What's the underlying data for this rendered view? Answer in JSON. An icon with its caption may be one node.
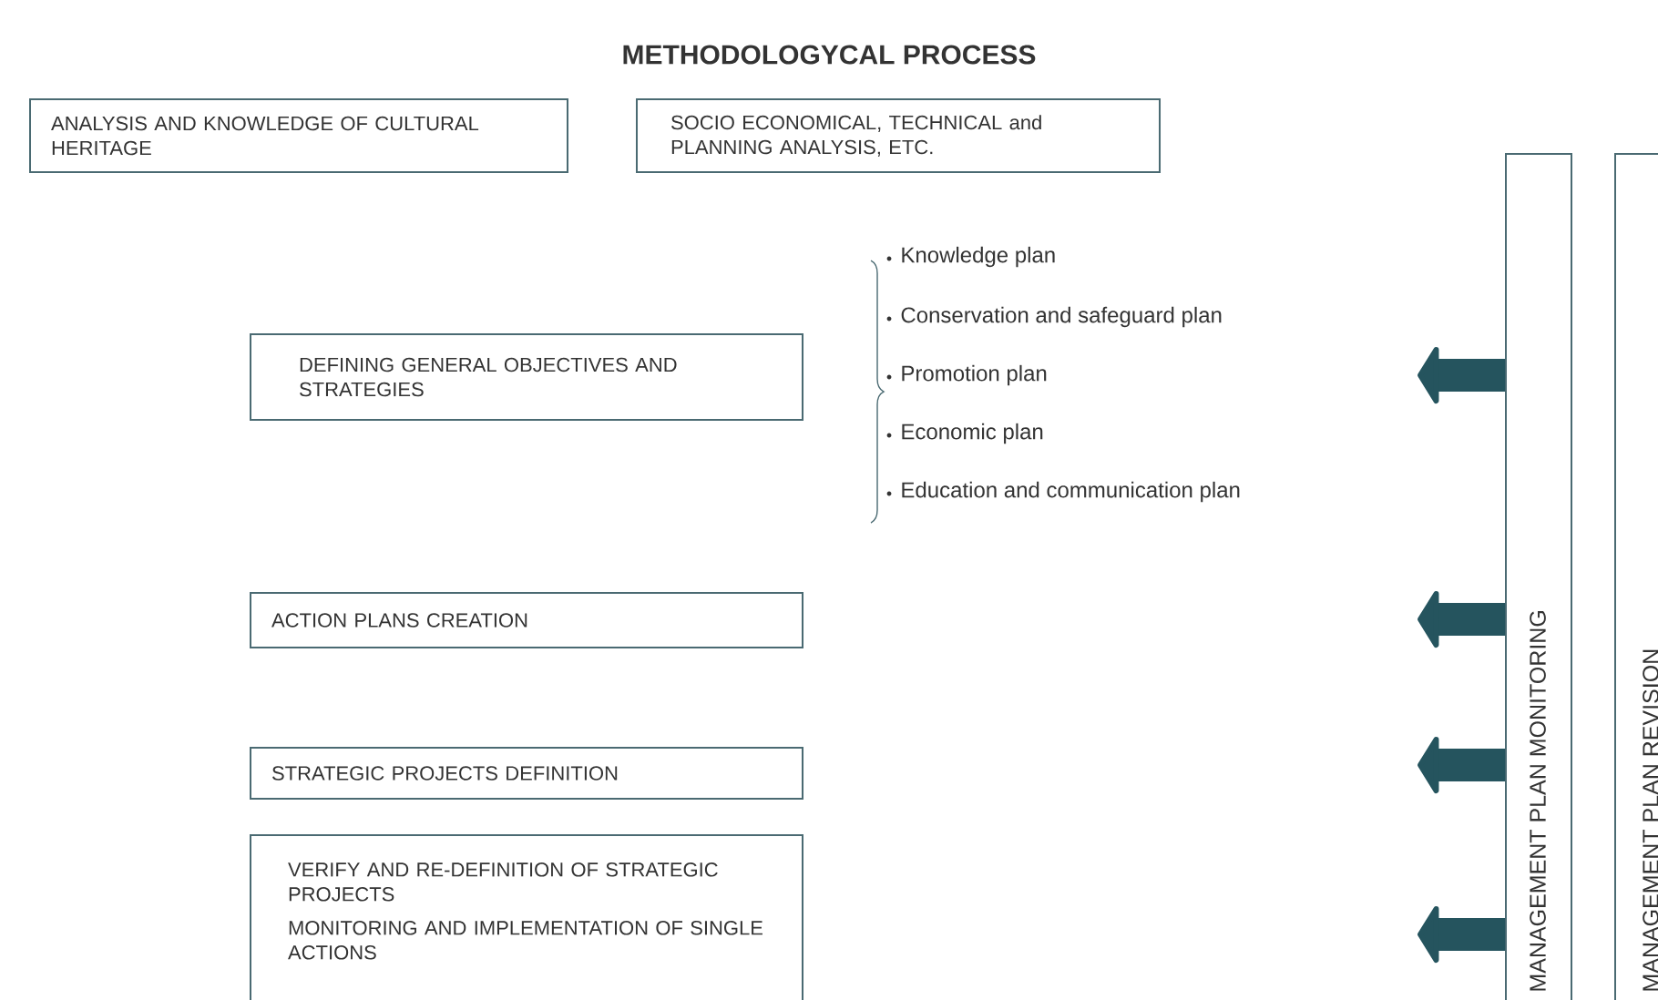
{
  "diagram": {
    "title": "METHODOLOGYCAL PROCESS",
    "nodes": [
      {
        "text": [
          "ANALYSIS AND KNOWLEDGE OF CULTURAL HERITAGE"
        ]
      },
      {
        "text": [
          "SOCIO ECONOMICAL, TECHNICAL and PLANNING ANALYSIS, ETC."
        ]
      },
      {
        "text": [
          "DEFINING GENERAL OBJECTIVES AND STRATEGIES"
        ]
      },
      {
        "text": [
          "ACTION PLANS CREATION"
        ]
      },
      {
        "text": [
          "STRATEGIC PROJECTS DEFINITION"
        ]
      },
      {
        "text": [
          "VERIFY AND RE-DEFINITION OF STRATEGIC PROJECTS",
          "MONITORING AND IMPLEMENTATION OF SINGLE ACTIONS"
        ]
      },
      {
        "text": [
          "MANAGEMENT PLAN MONITORING"
        ]
      },
      {
        "text": [
          "MANAGEMENT PLAN REVISION"
        ]
      }
    ],
    "edges": [
      {
        "from": 6,
        "to": null,
        "arrow": "to"
      },
      {
        "from": 6,
        "to": null,
        "arrow": "to"
      },
      {
        "from": 6,
        "to": null,
        "arrow": "to"
      },
      {
        "from": 6,
        "to": null,
        "arrow": "to"
      }
    ],
    "labels": [
      "Knowledge plan",
      "Conservation and safeguard plan",
      "Promotion plan",
      "Economic plan",
      "Education and communication plan"
    ]
  }
}
